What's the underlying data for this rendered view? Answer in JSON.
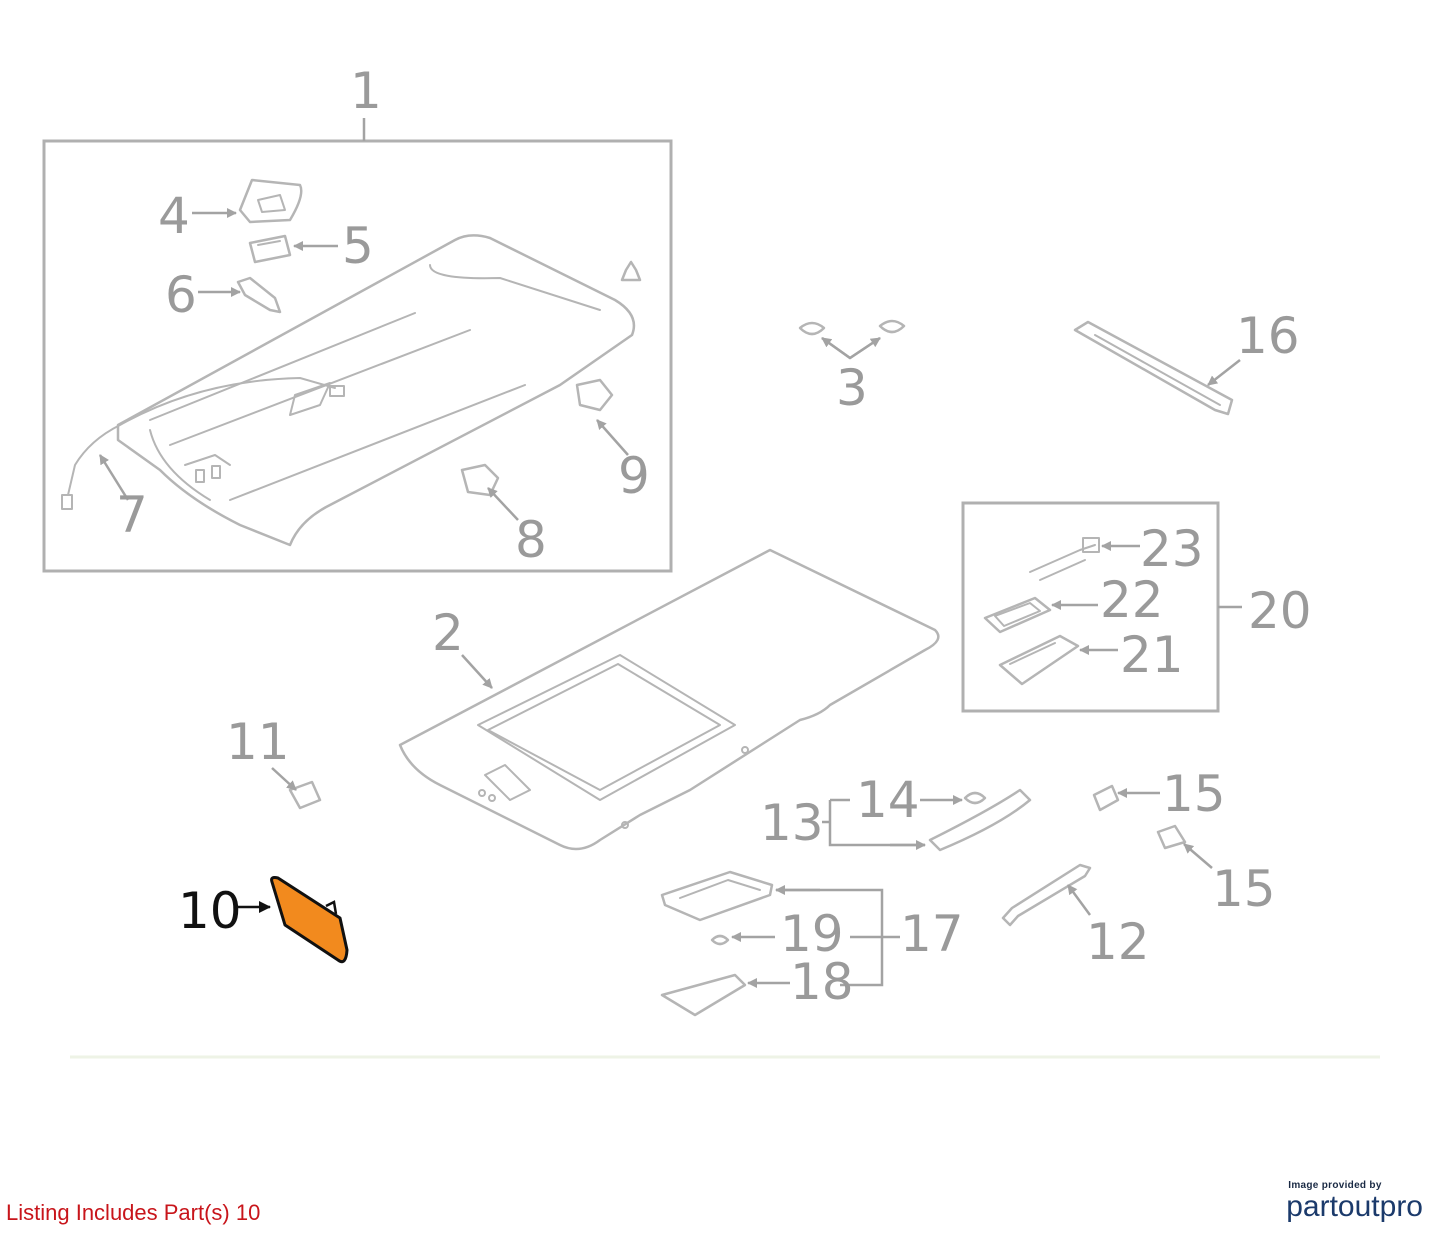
{
  "diagram": {
    "callouts": {
      "c1": "1",
      "c2": "2",
      "c3": "3",
      "c4": "4",
      "c5": "5",
      "c6": "6",
      "c7": "7",
      "c8": "8",
      "c9": "9",
      "c10": "10",
      "c11": "11",
      "c12": "12",
      "c13": "13",
      "c14": "14",
      "c15a": "15",
      "c15b": "15",
      "c16": "16",
      "c17": "17",
      "c18": "18",
      "c19": "19",
      "c20": "20",
      "c21": "21",
      "c22": "22",
      "c23": "23"
    },
    "highlighted_part": "10",
    "colors": {
      "highlight": "#f28a1e",
      "line_art": "#b5b5b5",
      "callout_text": "#9a9a9a",
      "highlight_text": "#111111"
    }
  },
  "footer": {
    "note": "Listing Includes Part(s) 10",
    "credit_small": "Image provided by",
    "credit_brand": "partoutpro",
    "note_color": "#c8151b",
    "brand_color": "#1b3a6b"
  }
}
